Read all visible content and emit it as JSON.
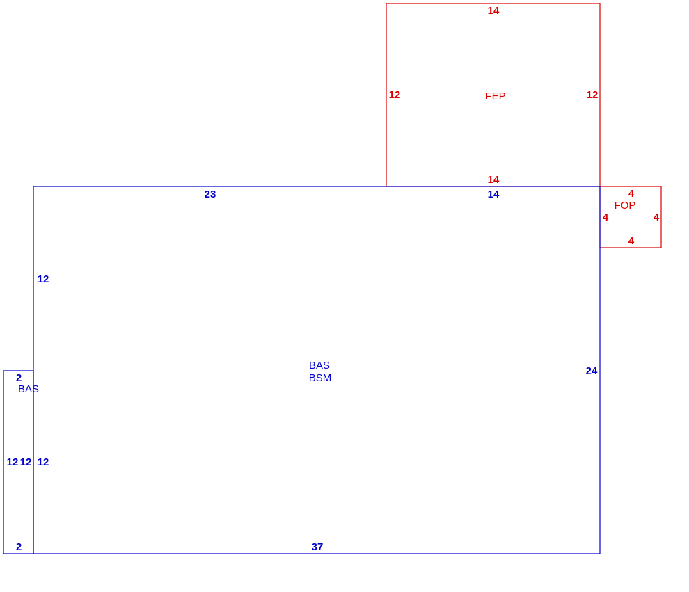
{
  "colors": {
    "living": "#0000cc",
    "porch": "#dd0000"
  },
  "main_area": {
    "labels": [
      "BAS",
      "BSM"
    ],
    "dims": {
      "top_left": "23",
      "top_right": "14",
      "right": "24",
      "bottom": "37",
      "left_upper": "12",
      "left_lower": "12"
    }
  },
  "side_area": {
    "label": "BAS",
    "dims": {
      "top": "2",
      "bottom": "2",
      "left": "12",
      "right": "12"
    }
  },
  "fep": {
    "label": "FEP",
    "dims": {
      "top": "14",
      "bottom": "14",
      "left": "12",
      "right": "12"
    }
  },
  "fop": {
    "label": "FOP",
    "dims": {
      "top": "4",
      "bottom": "4",
      "left": "4",
      "right": "4"
    }
  }
}
